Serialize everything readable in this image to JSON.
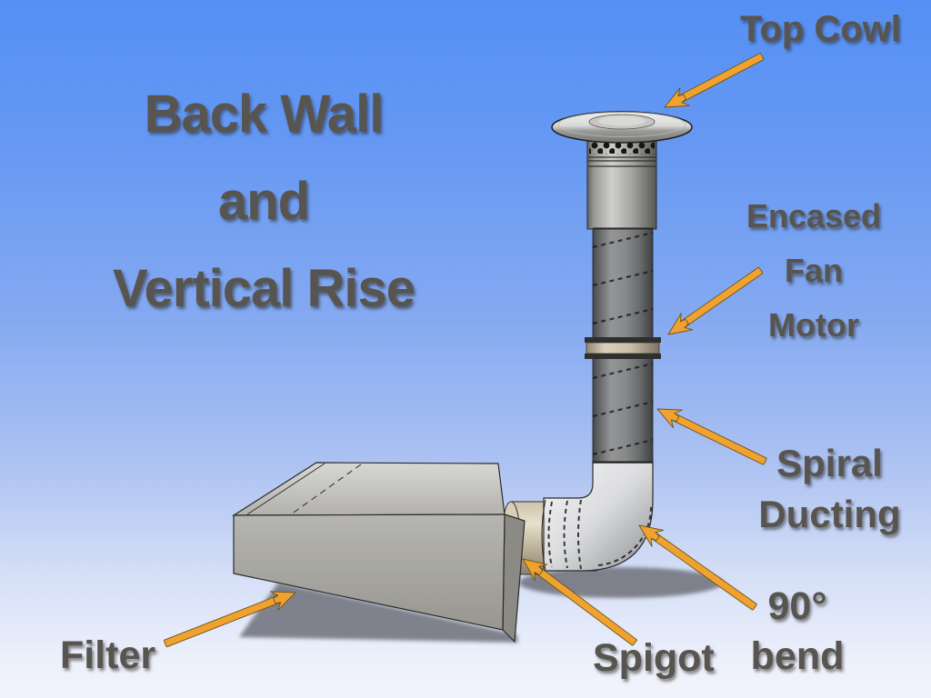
{
  "title": {
    "lines": [
      "Back Wall",
      "and",
      "Vertical Rise"
    ]
  },
  "callouts": {
    "top_cowl": {
      "label": "Top Cowl"
    },
    "encased_fan_motor": {
      "line1": "Encased",
      "line2": "Fan",
      "line3": "Motor"
    },
    "spiral_ducting": {
      "line1": "Spiral",
      "line2": "Ducting"
    },
    "bend_90": {
      "line1": "90°",
      "line2": "bend"
    },
    "spigot": {
      "label": "Spigot"
    },
    "filter": {
      "label": "Filter"
    }
  },
  "diagram": {
    "labeled_parts": [
      "Top Cowl",
      "Encased Fan Motor",
      "Spiral Ducting",
      "90° bend",
      "Spigot",
      "Filter"
    ]
  },
  "colors": {
    "arrow": "#F0A231",
    "label_text": "#585550",
    "background_top": "#5590f4",
    "background_bottom": "#f2f4fc",
    "duct_gray": "#8a8c8f",
    "flange_tan": "#cfc6b2"
  }
}
